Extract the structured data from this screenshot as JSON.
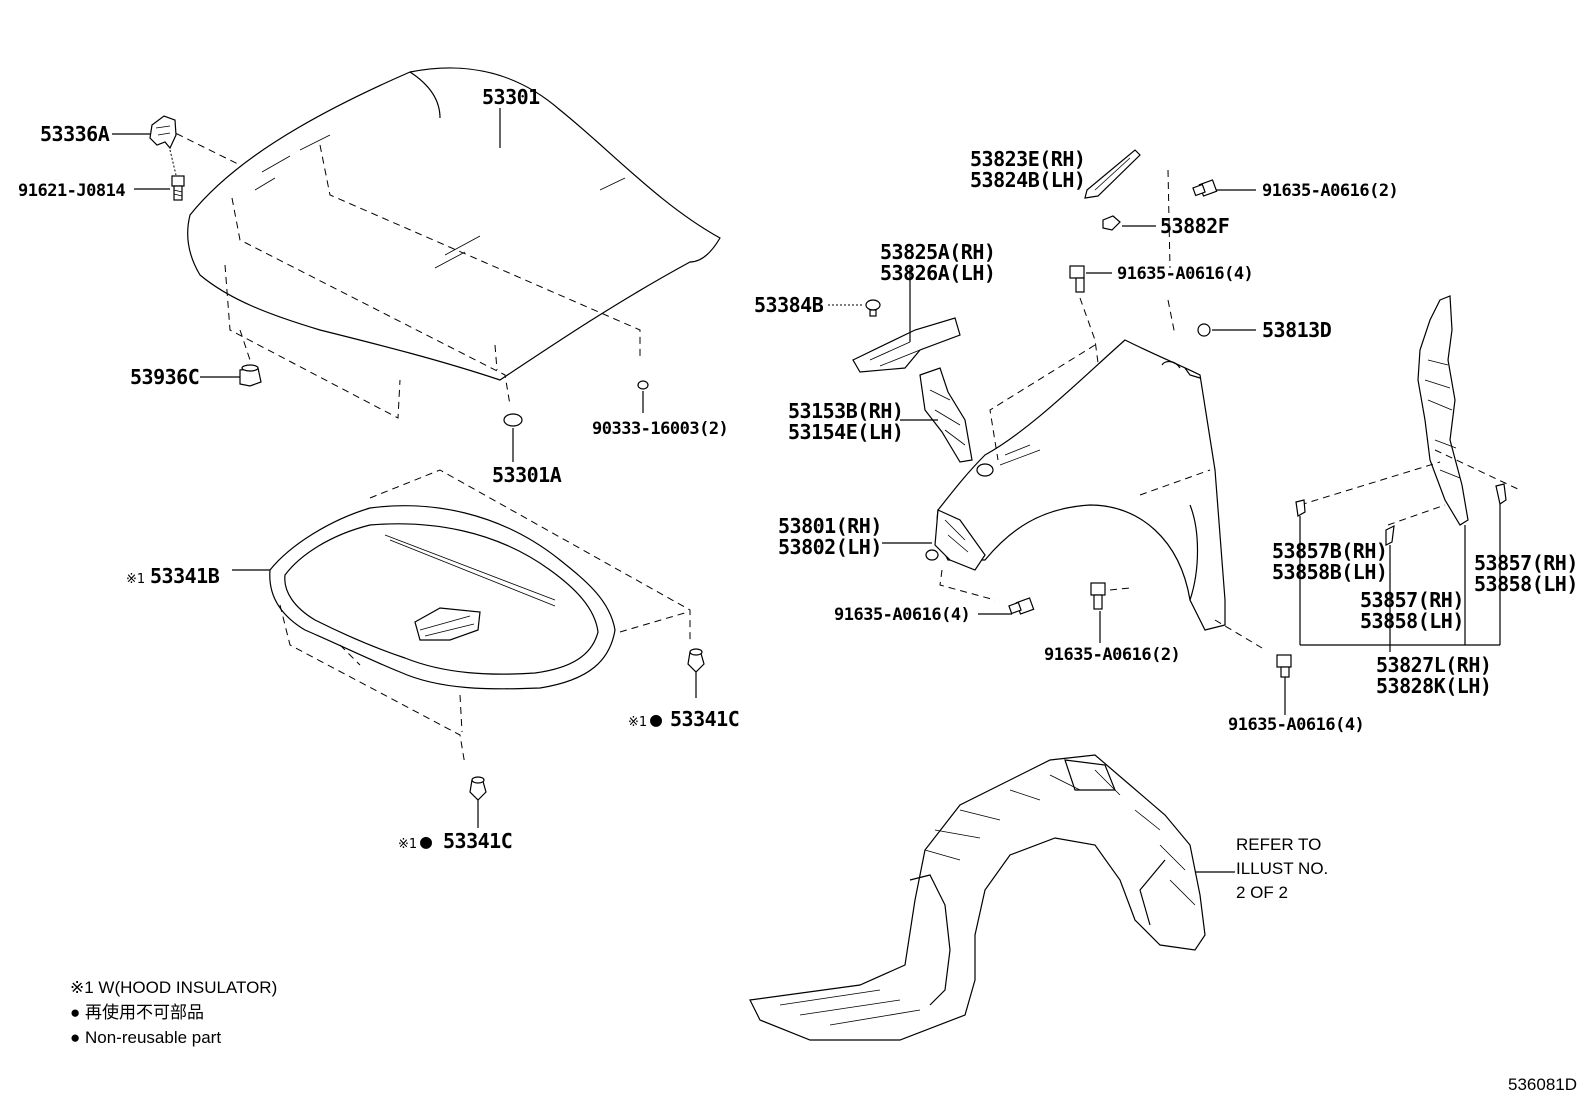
{
  "labels": {
    "l53336A": "53336A",
    "l91621": "91621-J0814",
    "l53301": "53301",
    "l53936C": "53936C",
    "l53301A": "53301A",
    "l90333": "90333-16003(2)",
    "l53341B": "53341B",
    "l53341C_r": "53341C",
    "l53341C_b": "53341C",
    "l53823E": "53823E(RH)",
    "l53824B": "53824B(LH)",
    "l91635_a": "91635-A0616(2)",
    "l53882F": "53882F",
    "l53825A": "53825A(RH)",
    "l53826A": "53826A(LH)",
    "l91635_b": "91635-A0616(4)",
    "l53384B": "53384B",
    "l53813D": "53813D",
    "l53153B": "53153B(RH)",
    "l53154E": "53154E(LH)",
    "l53801": "53801(RH)",
    "l53802": "53802(LH)",
    "l53857B": "53857B(RH)",
    "l53858B": "53858B(LH)",
    "l53857_r": "53857(RH)",
    "l53858_r": "53858(LH)",
    "l53857_m": "53857(RH)",
    "l53858_m": "53858(LH)",
    "l91635_c": "91635-A0616(4)",
    "l91635_d": "91635-A0616(2)",
    "l53827L": "53827L(RH)",
    "l53828K": "53828K(LH)",
    "l91635_e": "91635-A0616(4)"
  },
  "marks": {
    "w_mark": "※1",
    "dot": "●"
  },
  "refer": {
    "line1": "REFER TO",
    "line2": "ILLUST NO.",
    "line3": "2 OF 2"
  },
  "legend": {
    "line1": "※1 W(HOOD INSULATOR)",
    "line2": "● 再使用不可部品",
    "line3": "● Non-reusable part"
  },
  "footer": {
    "drawing_id": "536081D"
  }
}
